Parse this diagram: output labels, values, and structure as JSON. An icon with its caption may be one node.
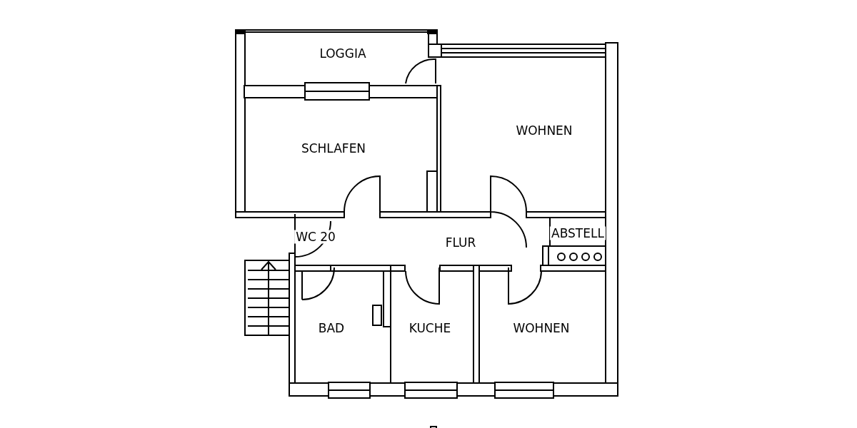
{
  "diagram": {
    "labels": [
      "LOGGIA",
      "SCHLAFEN",
      "WOHNEN",
      "WC 20",
      "FLUR",
      "ABSTELL",
      "BAD",
      "KUCHE",
      "WOHNEN"
    ]
  }
}
